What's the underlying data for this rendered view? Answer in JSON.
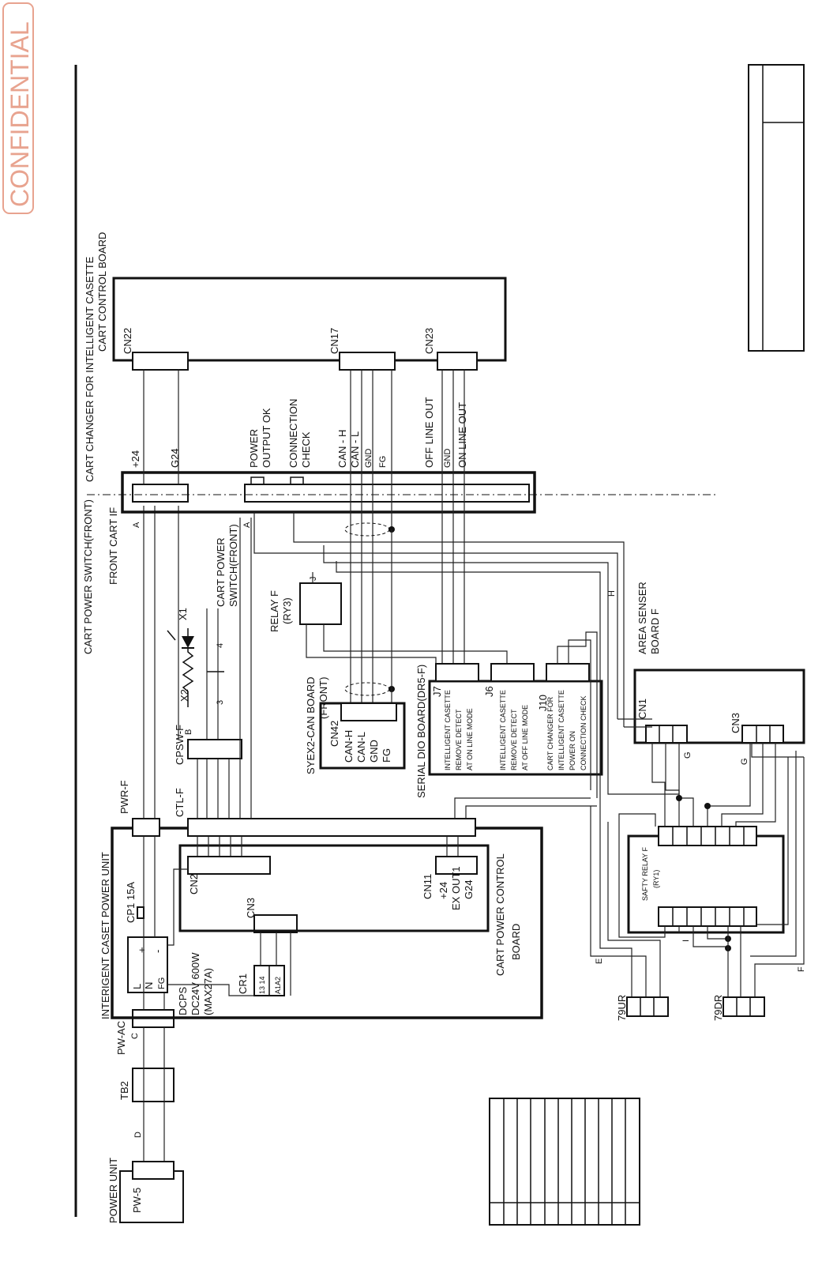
{
  "stamp": "CONFIDENTIAL",
  "colors": {
    "stamp": "#e8a38f",
    "ink": "#111111"
  },
  "labels": {
    "power_unit": "POWER UNIT",
    "pw5": "PW-5",
    "d": "D",
    "tb2": "TB2",
    "pwac": "PW-AC",
    "c": "C",
    "interigent_power_unit": "INTERIGENT CASET POWER UNIT",
    "cp1": "CP1 15A",
    "l": "L",
    "n": "N",
    "fg_ps": "FG",
    "plus": "+",
    "minus": "-",
    "dcps": "DCPS",
    "dcps_spec": "DC24V 600W",
    "dcps_model": "(MAX27A)",
    "cr1": "CR1",
    "cr1_1314": "13 14",
    "cr1_a1a2": "A1A2",
    "cn2": "CN2",
    "cn3_pc": "CN3",
    "pwr_f": "PWR-F",
    "ctl_f": "CTL-F",
    "cn11": "CN11",
    "cn11_p24": "+24",
    "cn11_exout1": "EX OUT1",
    "cn11_g24": "G24",
    "cart_power_control": "CART POWER CONTROL",
    "board": "BOARD",
    "cpsw_f": "CPSW-F",
    "b": "B",
    "x2": "X2",
    "x1": "X1",
    "pin3": "3",
    "pin4": "4",
    "cart_power": "CART POWER",
    "switch_front": "SWITCH(FRONT)",
    "a1": "A",
    "a2": "A",
    "cart_power_switch_front": "CART POWER SWITCH(FRONT)",
    "front_cart_if": "FRONT  CART IF",
    "cart_changer": "CART CHANGER FOR INTELLIGENT CASETTE",
    "cart_control_board": "CART CONTROL BOARD",
    "cn22": "CN22",
    "cn17": "CN17",
    "cn23": "CN23",
    "p24": "+24",
    "g24": "G24",
    "power": "POWER",
    "output_ok": "OUTPUT OK",
    "connection": "CONNECTION",
    "check": "CHECK",
    "can_h": "CAN - H",
    "can_l": "CAN - L",
    "gnd1": "GND",
    "fg1": "FG",
    "off_line_out": "OFF LINE OUT",
    "gnd2": "GND",
    "on_line_out": "ON LINE OUT",
    "relay_f": "RELAY F",
    "ry3": "(RY3)",
    "j": "J",
    "h": "H",
    "area_senser": "AREA SENSER",
    "board_f": "BOARD F",
    "cn1": "CN1",
    "cn3_as": "CN3",
    "g1": "G",
    "g2": "G",
    "syex2": "SYEX2-CAN BOARD",
    "syex2_front": "(FRONT)",
    "cn42": "CN42",
    "can_h2": "CAN-H",
    "can_l2": "CAN-L",
    "gnd3": "GND",
    "fg2": "FG",
    "serial_dio": "SERIAL DIO BOARD(DR5-F)",
    "j7": "J7",
    "j6": "J6",
    "j10": "J10",
    "j7_t1": "INTELLIGENT CASETTE",
    "j7_t2": "REMOVE DETECT",
    "j7_t3": "AT ON LINE MODE",
    "j6_t1": "INTELLIGENT CASETTE",
    "j6_t2": "REMOVE DETECT",
    "j6_t3": "AT OFF LINE MODE",
    "j10_t1": "CART CHANGER FOR",
    "j10_t2": "INTELLIGENT CASETTE",
    "j10_t3": "POWER ON",
    "j10_t4": "CONNECTION CHECK",
    "safty_relay": "SAFTY RELAY F",
    "ry1": "(RY1)",
    "i": "I",
    "e": "E",
    "f": "F",
    "ur79": "79UR",
    "dr79": "79DR"
  }
}
